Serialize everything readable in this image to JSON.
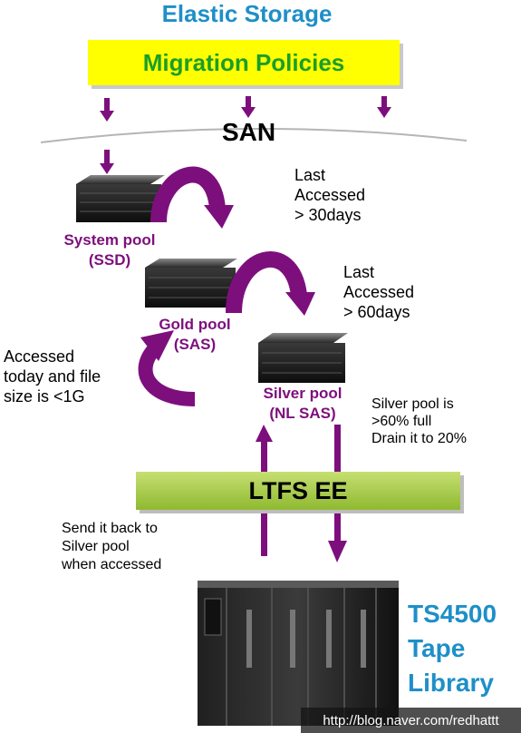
{
  "title": "Elastic Storage",
  "policy_box": {
    "label": "Migration Policies"
  },
  "san_label": "SAN",
  "pools": {
    "system": {
      "name": "System pool",
      "type": "(SSD)"
    },
    "gold": {
      "name": "Gold pool",
      "type": "(SAS)"
    },
    "silver": {
      "name": "Silver pool",
      "type": "(NL SAS)"
    }
  },
  "rules": {
    "system_to_gold": [
      "Last",
      "Accessed",
      "> 30days"
    ],
    "gold_to_silver": [
      "Last",
      "Accessed",
      "> 60days"
    ],
    "to_gold": [
      "Accessed",
      "today and file",
      "size is <1G"
    ],
    "silver_drain": [
      "Silver pool is",
      ">60% full",
      "Drain it to 20%"
    ],
    "recall": [
      "Send it back to",
      "Silver pool",
      "when accessed"
    ]
  },
  "ltfs_box": {
    "label": "LTFS EE"
  },
  "library": {
    "lines": [
      "TS4500",
      "Tape",
      "Library"
    ]
  },
  "watermark": "http://blog.naver.com/redhattt",
  "colors": {
    "title": "#1e8fc8",
    "policy_fill": "#ffff00",
    "policy_text": "#1a9e2a",
    "ltfs_fill": "#9cc43a",
    "arrow": "#7d0f7d",
    "server": "#1b1b1b"
  }
}
